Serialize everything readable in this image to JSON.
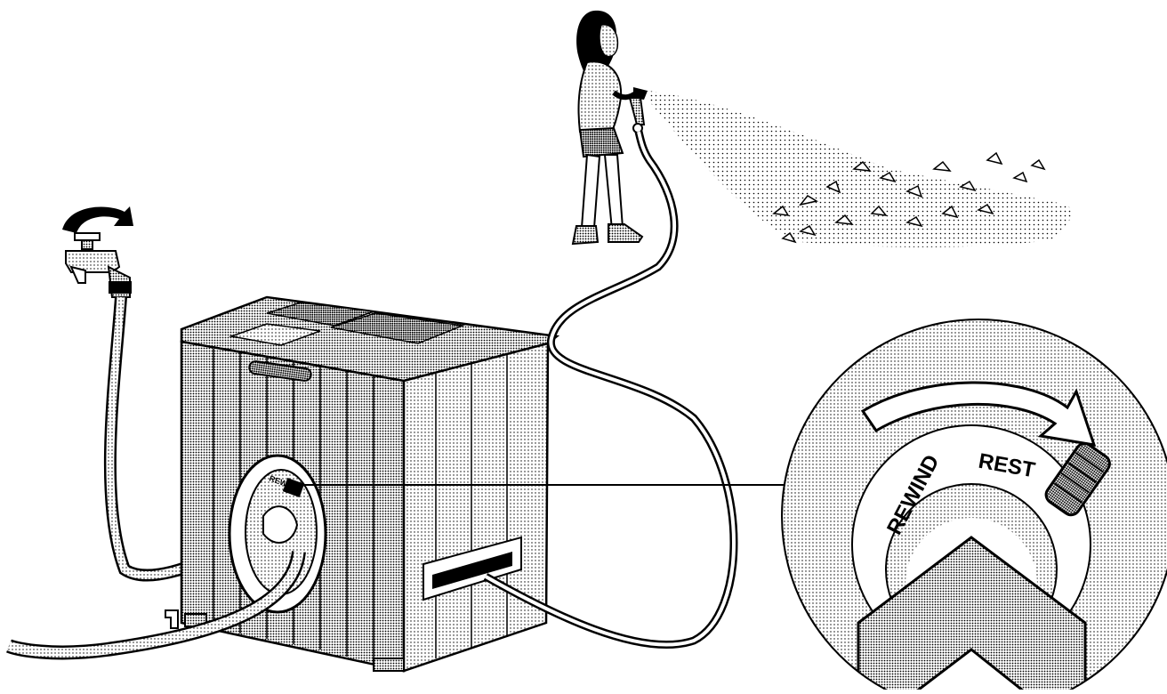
{
  "illustration": {
    "callout": {
      "label_rewind": "REWIND",
      "label_rest": "REST"
    },
    "housing_label": "REWIND",
    "colors": {
      "ink": "#000000",
      "paper": "#ffffff",
      "screen_dark": "#8a8a8a",
      "screen_light": "#c8c8c8"
    },
    "icons": [
      "faucet-icon",
      "turn-arrow-icon",
      "rewind-direction-arrow-icon",
      "control-lever-icon"
    ]
  }
}
